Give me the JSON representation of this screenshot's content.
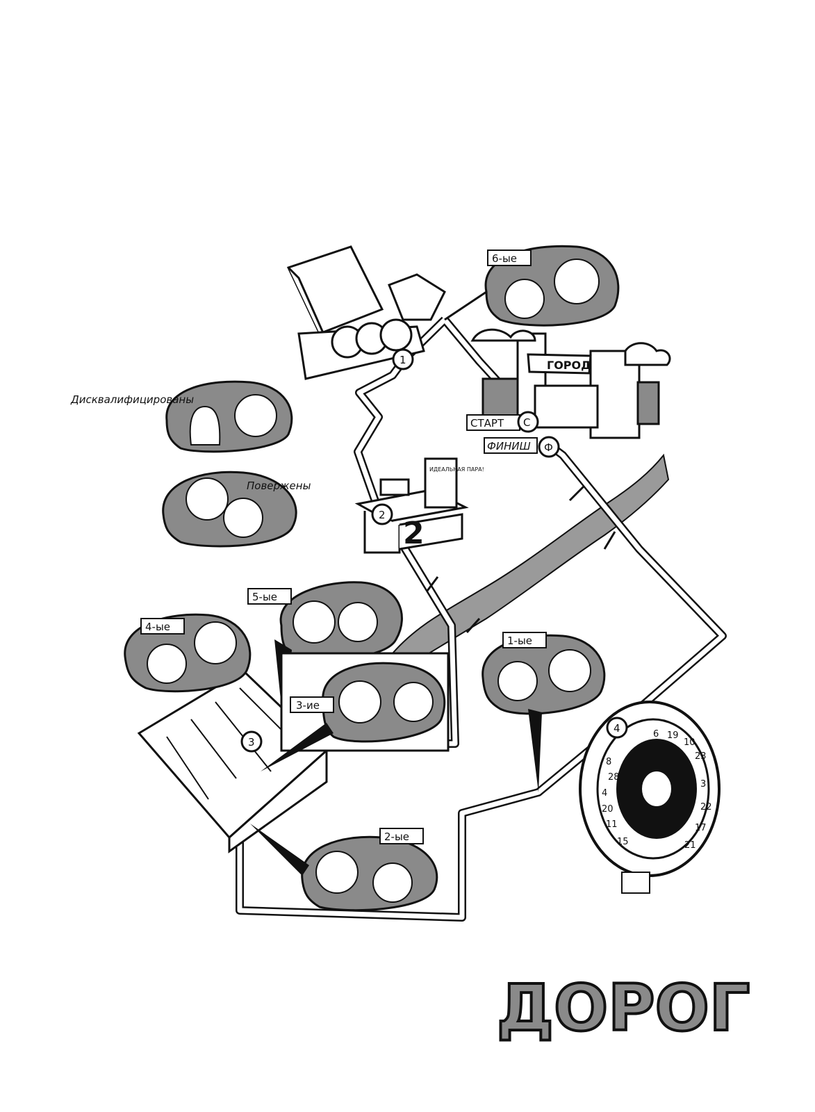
{
  "caption": "ДОРОГ",
  "sign_town": "ГОРОД",
  "start_label": "СТАРТ",
  "start_letter": "С",
  "finish_label": "ФИНИШ",
  "finish_letter": "Ф",
  "sign_perfect_couple": "ИДЕАЛЬНАЯ ПАРА!",
  "desk_number": "2",
  "disqualified": "Дисквалифицированы",
  "defeated": "Повержены",
  "checkpoints": [
    "1",
    "2",
    "3",
    "4"
  ],
  "places": {
    "first": "1-ые",
    "second": "2-ые",
    "third": "3-ие",
    "fourth": "4-ые",
    "fifth": "5-ые",
    "sixth": "6-ые"
  },
  "roulette_numbers": [
    "6",
    "19",
    "10",
    "23",
    "8",
    "3",
    "22",
    "17",
    "21",
    "4",
    "11",
    "15",
    "20",
    "28"
  ],
  "colors": {
    "ink": "#111111",
    "river": "#9a9a9a",
    "tone": "#8a8a8a",
    "paper": "#ffffff"
  }
}
